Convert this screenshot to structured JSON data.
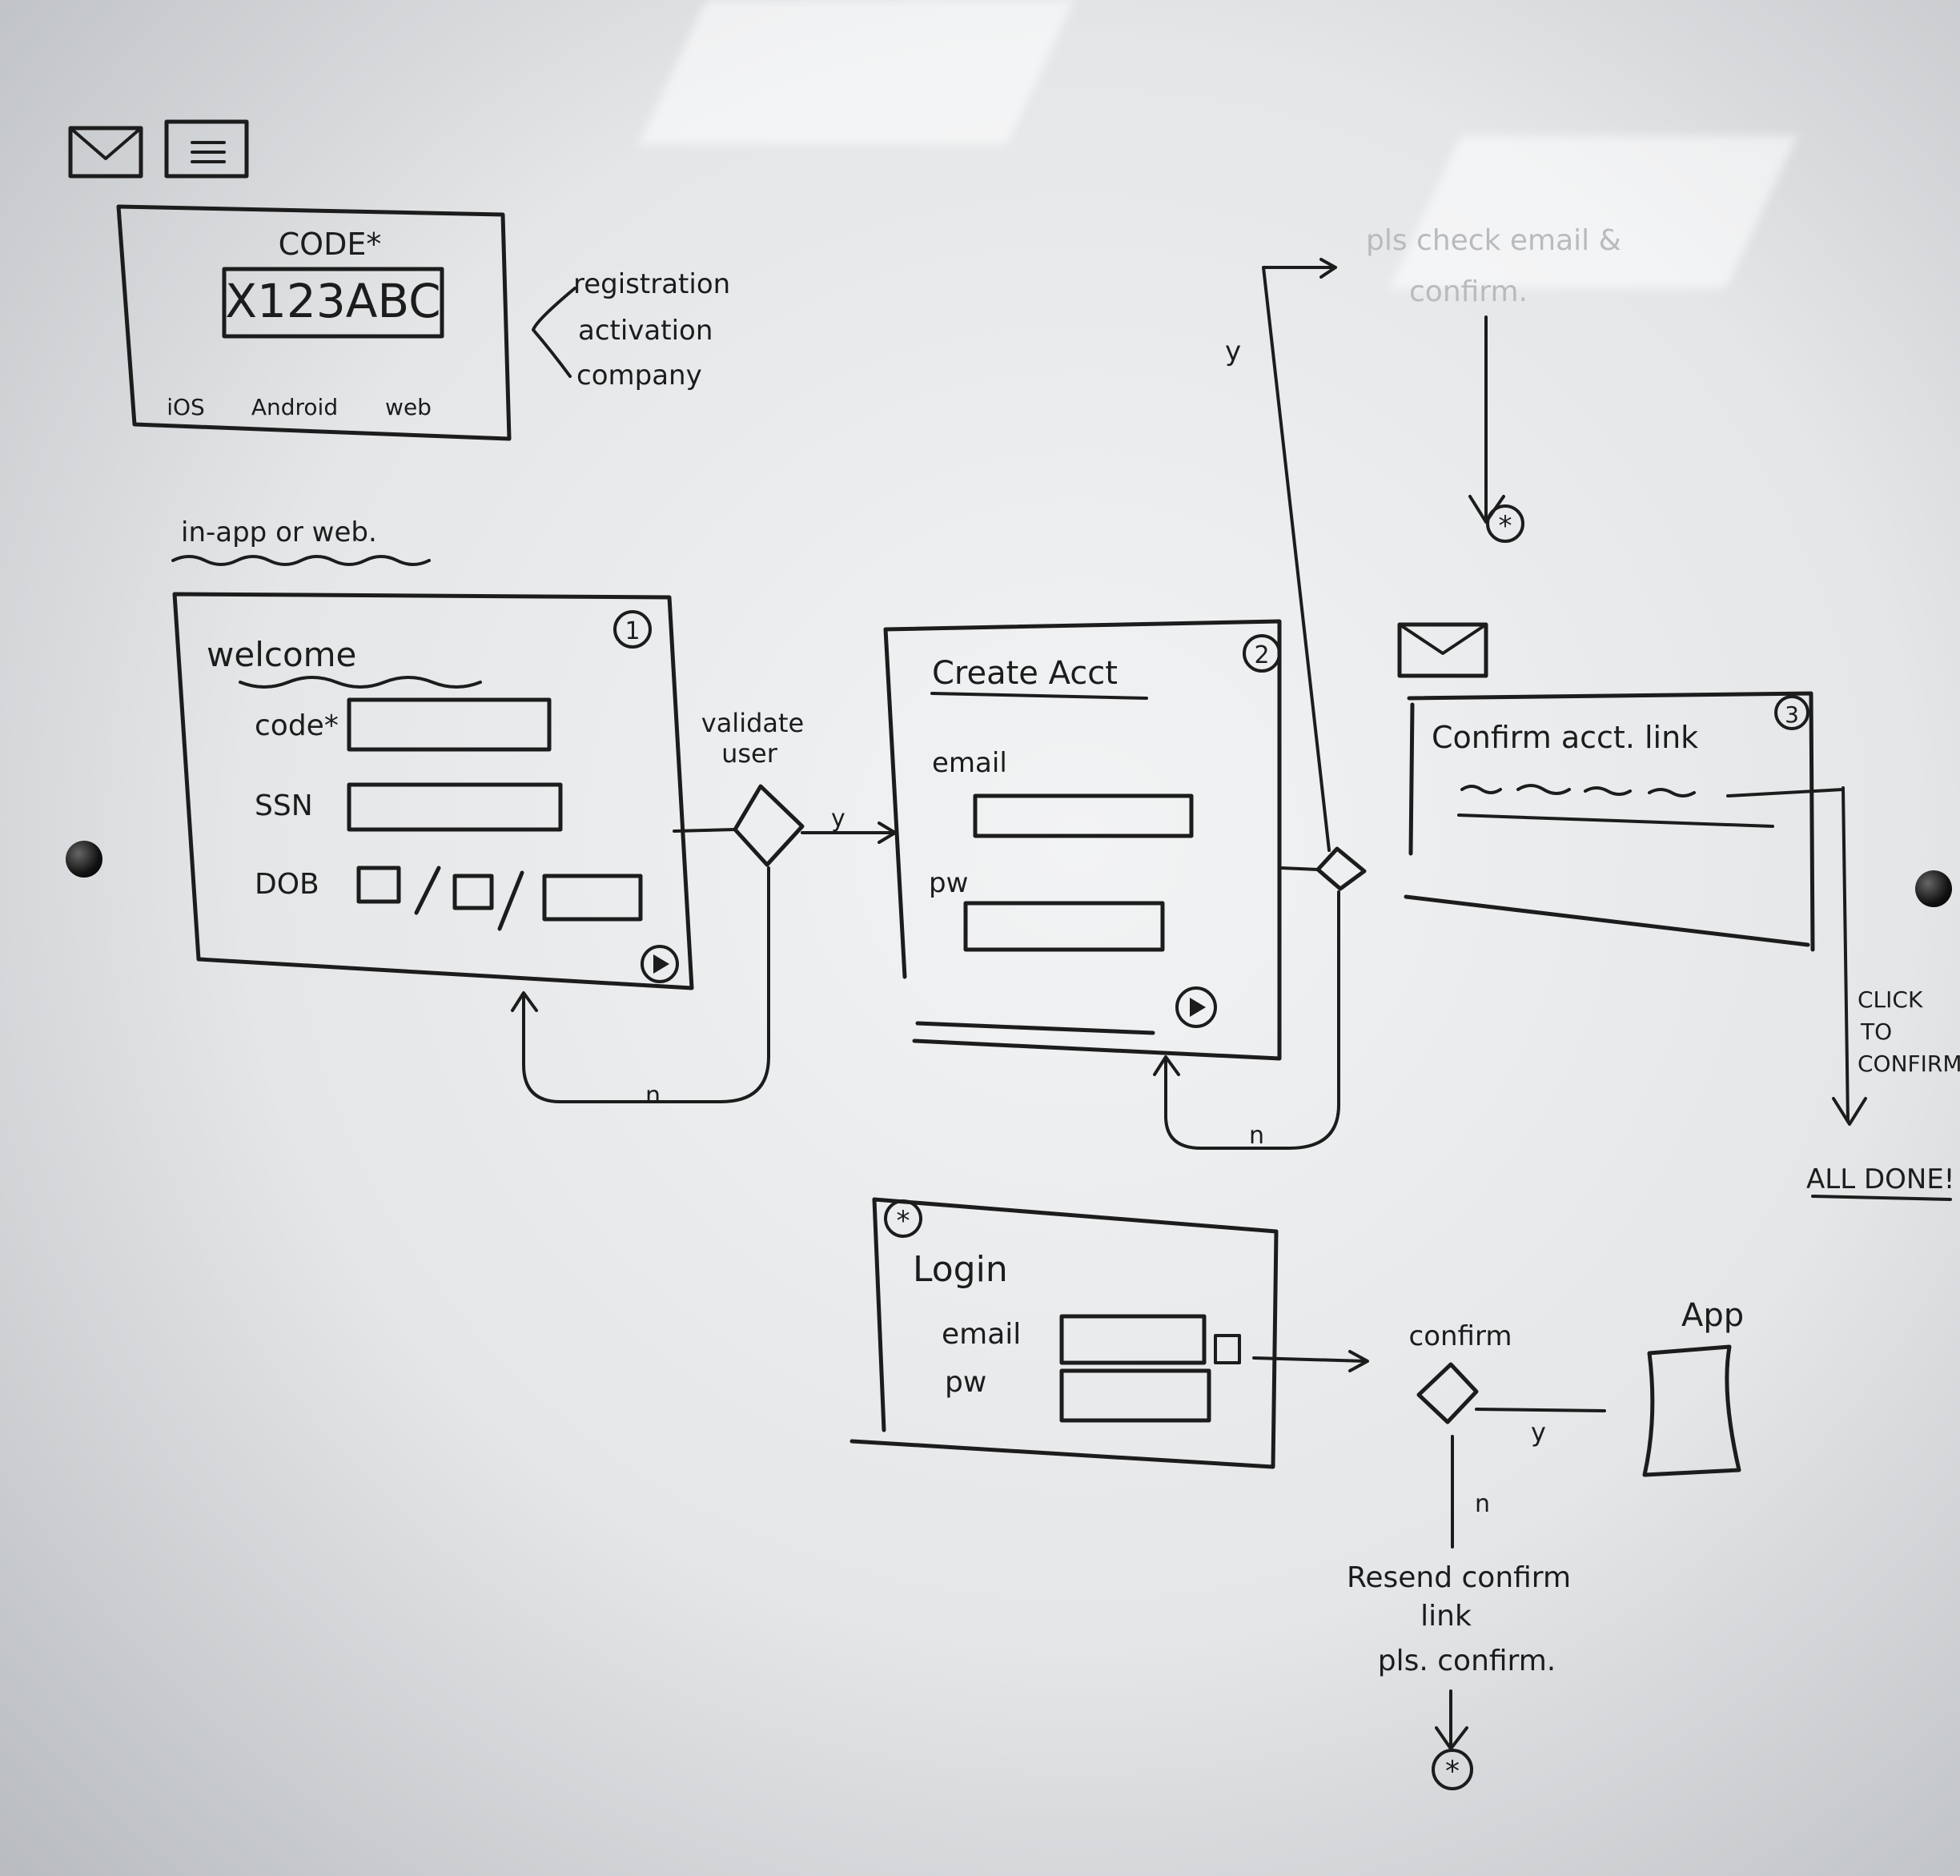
{
  "board": {
    "code_card": {
      "title": "CODE*",
      "code": "X123ABC",
      "platforms": [
        "iOS",
        "Android",
        "web"
      ],
      "annotations": [
        "registration",
        "activation",
        "company"
      ]
    },
    "section_label": "in-app or web.",
    "welcome_screen": {
      "title": "welcome",
      "step": "1",
      "fields": [
        "code*",
        "SSN",
        "DOB"
      ]
    },
    "validate_decision": {
      "label_line1": "validate",
      "label_line2": "user",
      "yes": "y",
      "no": "n"
    },
    "create_screen": {
      "title": "Create Acct",
      "step": "2",
      "fields": [
        "email",
        "pw"
      ]
    },
    "create_decision": {
      "yes": "y",
      "no": "n"
    },
    "email_notice": {
      "line1": "pls check email &",
      "line2": "confirm."
    },
    "confirm_screen": {
      "title": "Confirm acct. link",
      "step": "3"
    },
    "click_confirm": [
      "CLICK",
      "TO",
      "CONFIRM"
    ],
    "all_done": "ALL DONE!",
    "login_screen": {
      "title": "Login",
      "fields": [
        "email",
        "pw"
      ]
    },
    "confirm_decision": {
      "label": "confirm",
      "yes": "y",
      "no": "n"
    },
    "app_label": "App",
    "resend": [
      "Resend confirm",
      "link",
      "pls. confirm."
    ]
  }
}
